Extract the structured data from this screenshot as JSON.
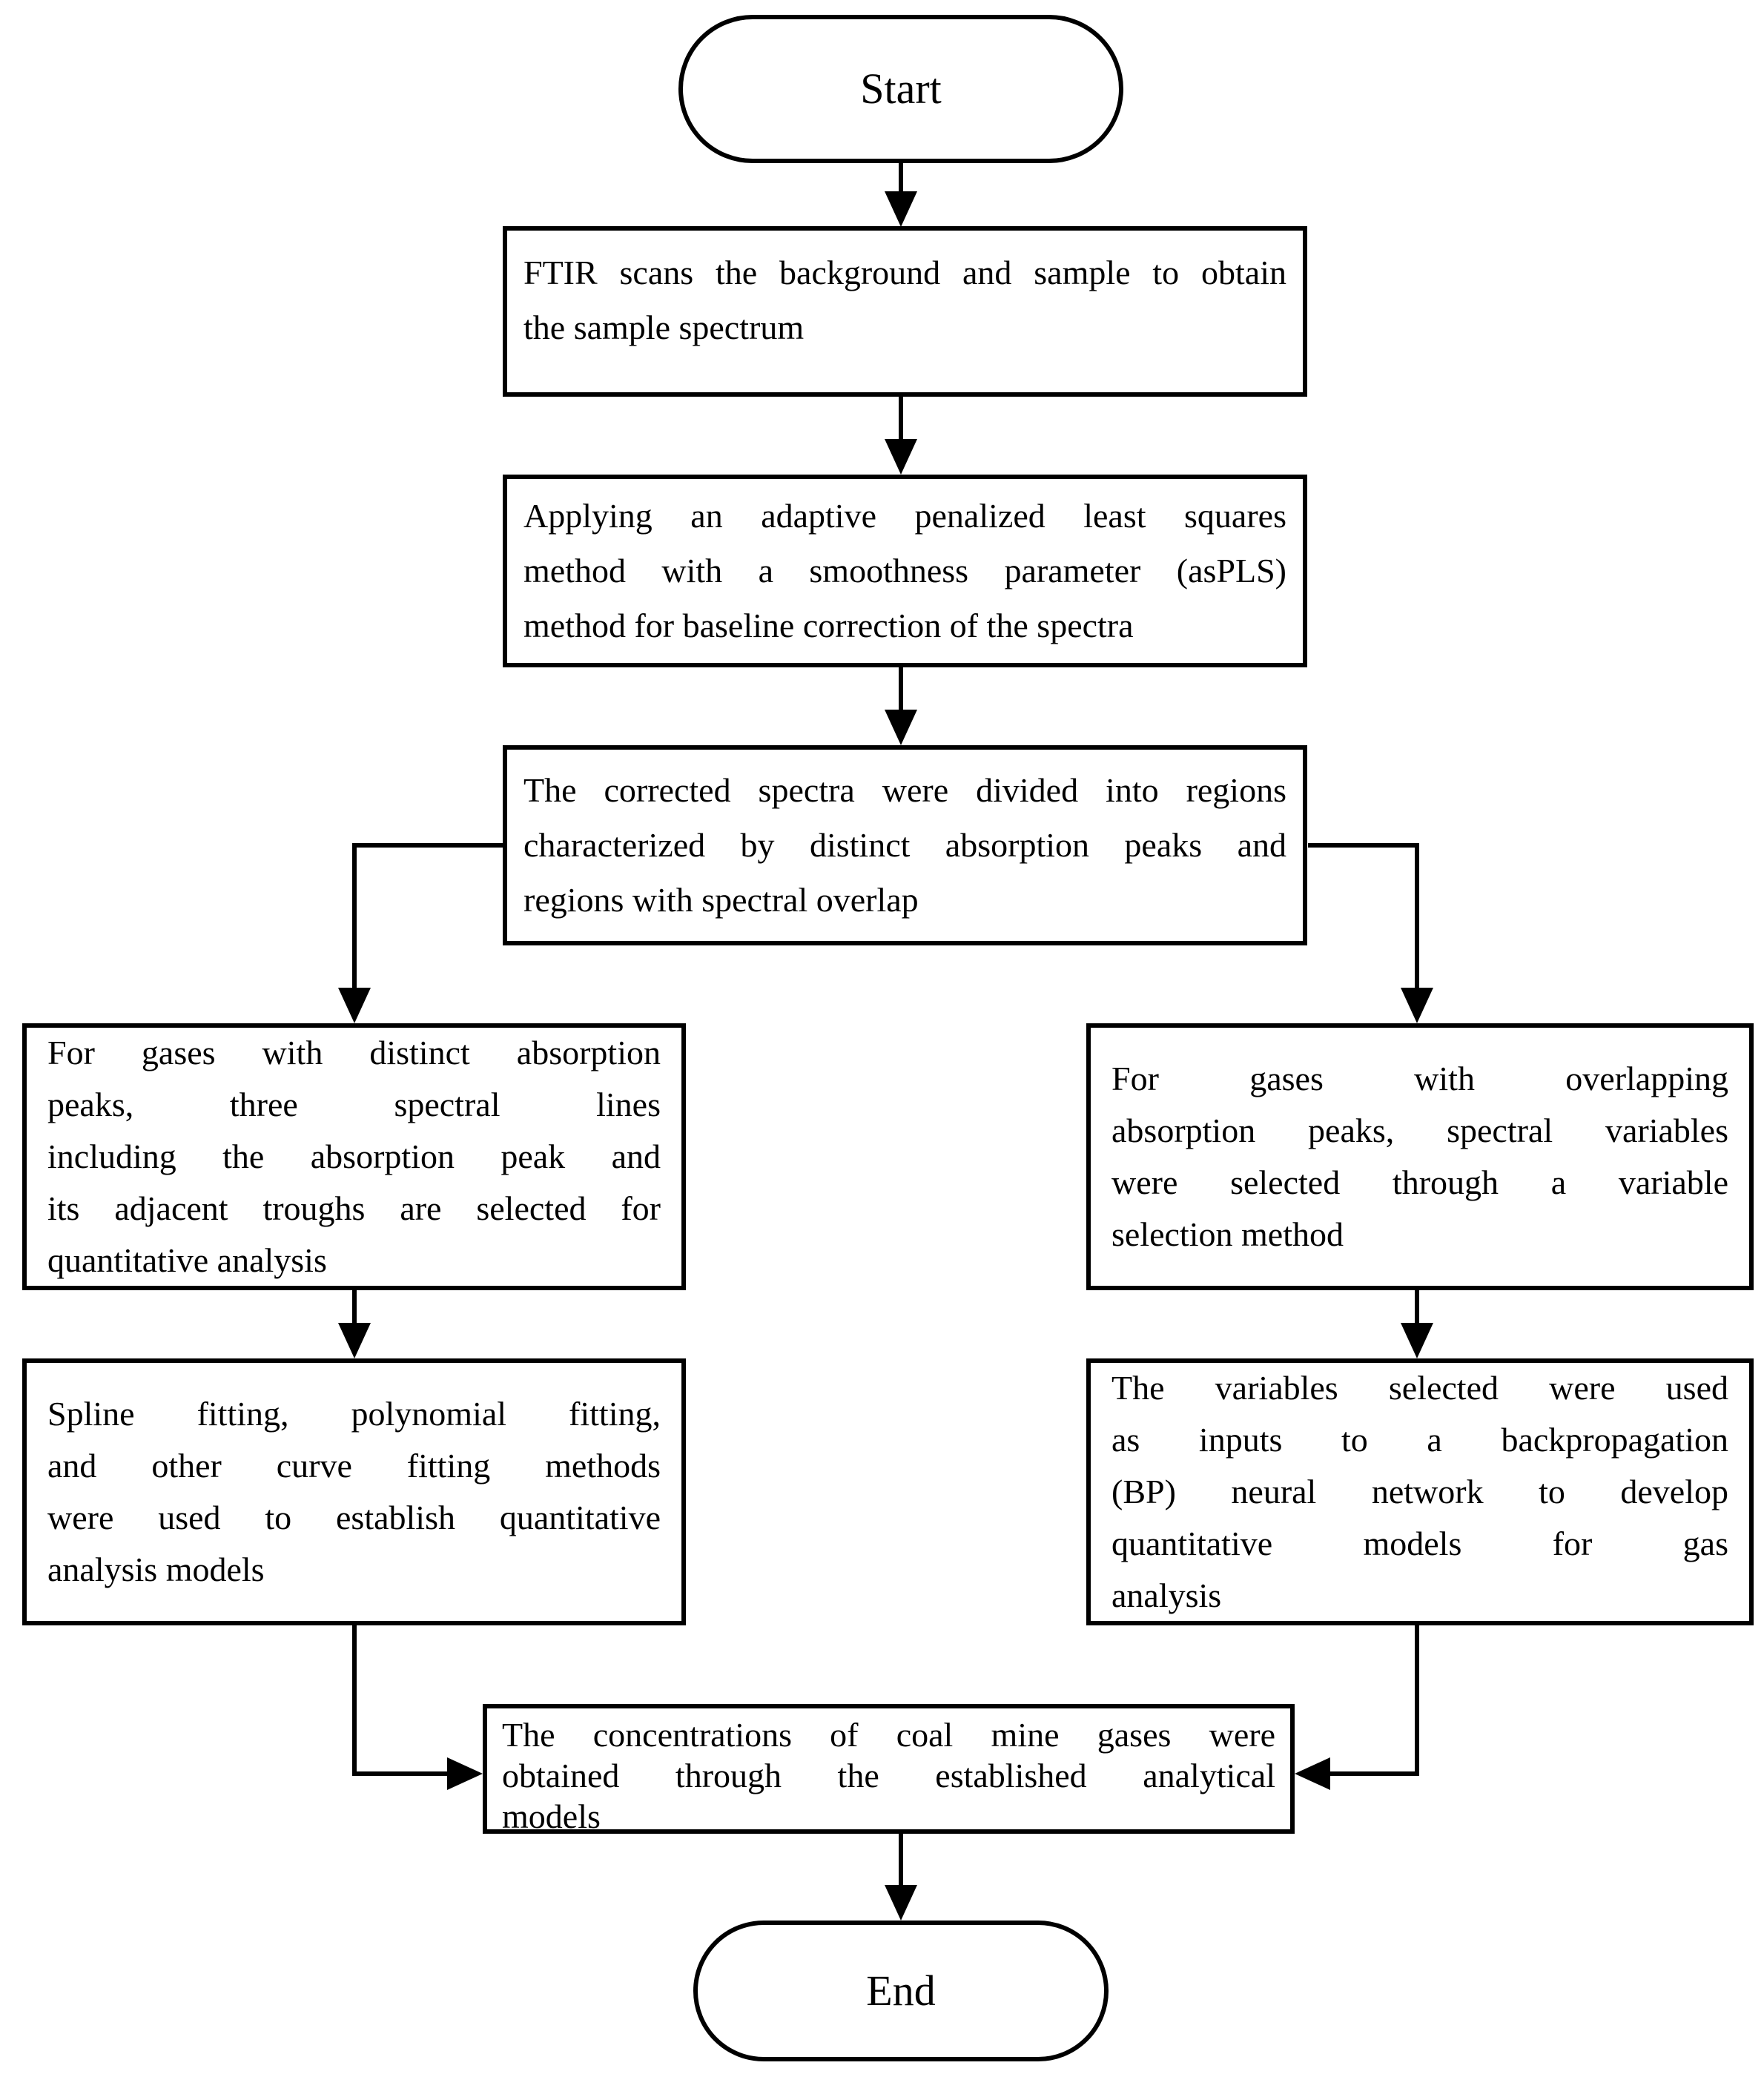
{
  "flowchart": {
    "start": {
      "label": "Start"
    },
    "end": {
      "label": "End"
    },
    "nodes": {
      "ftir_scan": {
        "lines": [
          "FTIR scans the background and sample to obtain",
          "the sample spectrum"
        ]
      },
      "baseline_correction": {
        "lines": [
          "Applying an adaptive penalized least squares",
          "method with a smoothness parameter (asPLS)",
          "method for baseline correction of the spectra"
        ]
      },
      "spectra_division": {
        "lines": [
          "The corrected spectra were divided into regions",
          "characterized by distinct absorption peaks and",
          "regions with spectral overlap"
        ]
      },
      "distinct_peaks": {
        "lines": [
          "For gases with distinct absorption",
          "peaks, three spectral lines",
          "including the absorption peak and",
          "its adjacent troughs are selected for",
          "quantitative analysis"
        ]
      },
      "overlapping_peaks": {
        "lines": [
          "For gases with overlapping",
          "absorption peaks, spectral variables",
          "were selected through a variable",
          "selection method"
        ]
      },
      "curve_fitting": {
        "lines": [
          "Spline fitting, polynomial fitting,",
          "and other curve fitting methods",
          "were used to establish quantitative",
          "analysis models"
        ]
      },
      "bp_network": {
        "lines": [
          "The variables selected were used",
          "as inputs to a backpropagation",
          "(BP) neural network to develop",
          "quantitative models for gas",
          "analysis"
        ]
      },
      "concentrations": {
        "lines": [
          "The concentrations of coal mine gases were",
          "obtained through the established analytical",
          "models"
        ]
      }
    },
    "colors": {
      "line": "#000000",
      "background": "#ffffff"
    }
  }
}
